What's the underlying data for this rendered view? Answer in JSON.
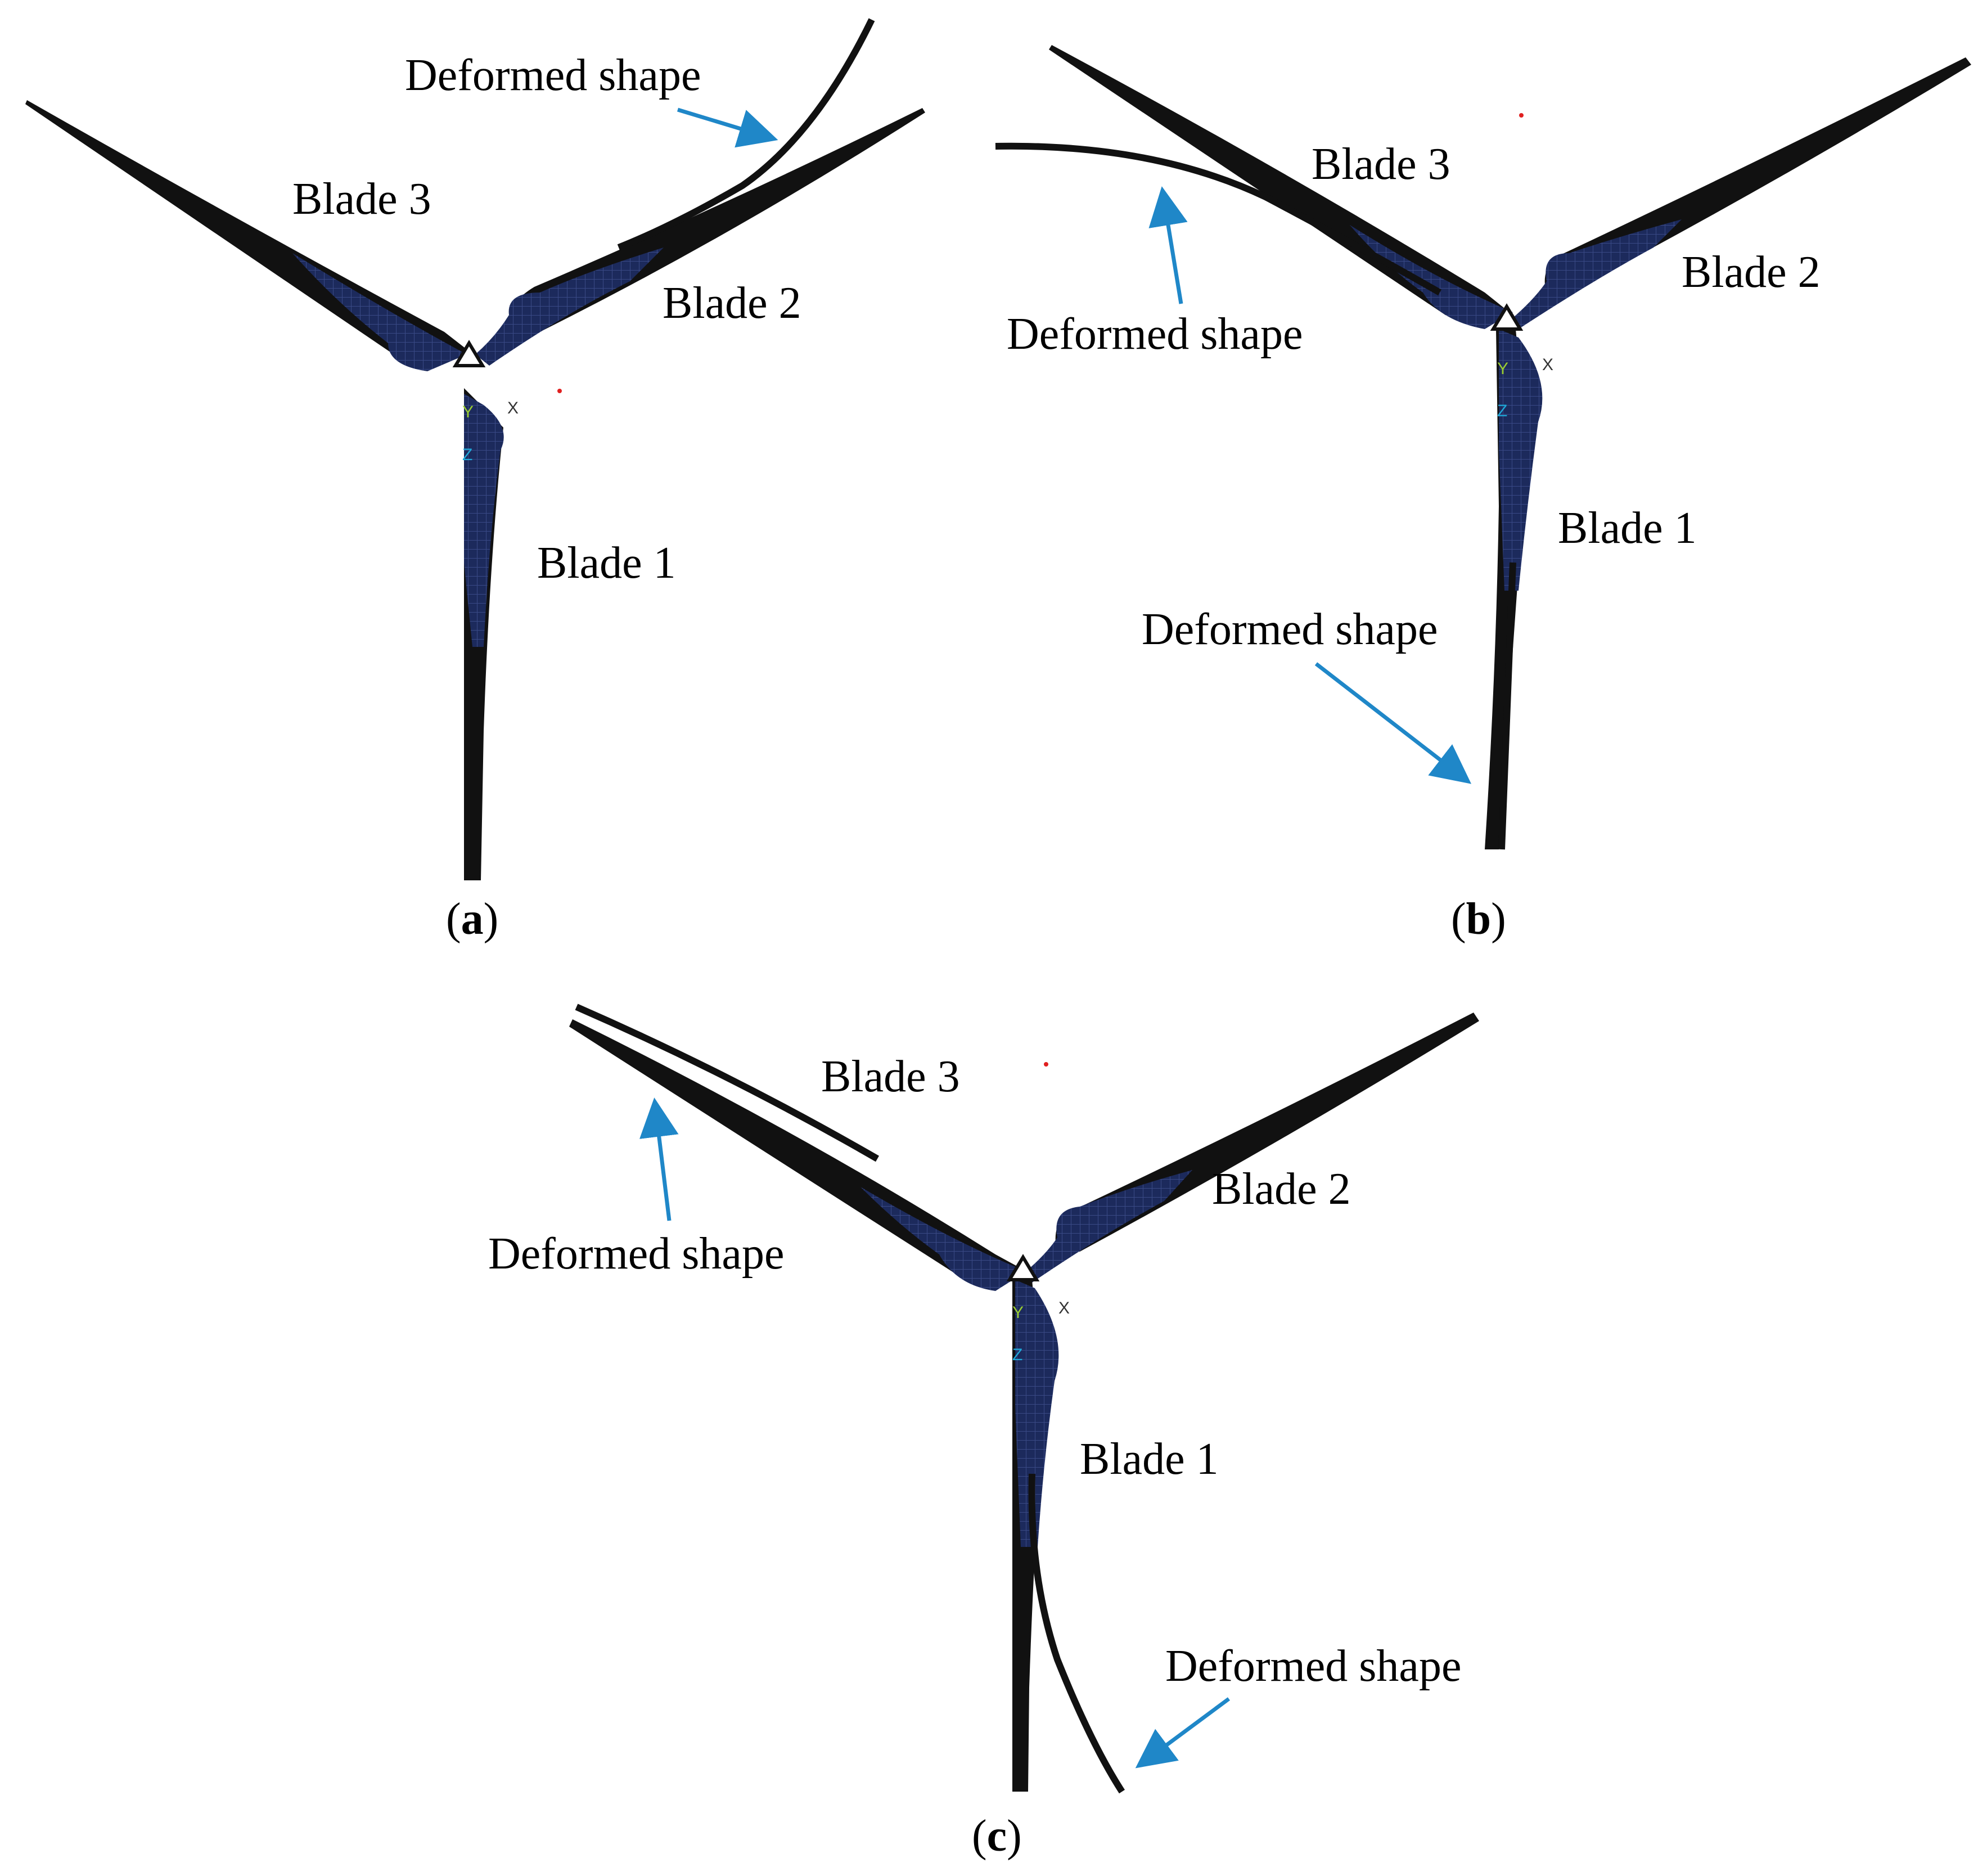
{
  "panels": [
    {
      "id": "a",
      "caption": {
        "open": "(",
        "letter": "a",
        "close": ")"
      },
      "labels": {
        "blade1": "Blade 1",
        "blade2": "Blade 2",
        "blade3": "Blade 3",
        "deformed": "Deformed shape"
      },
      "axes": {
        "y": "Y",
        "z": "Z",
        "x": "X"
      }
    },
    {
      "id": "b",
      "caption": {
        "open": "(",
        "letter": "b",
        "close": ")"
      },
      "labels": {
        "blade1": "Blade 1",
        "blade2": "Blade 2",
        "blade3": "Blade 3",
        "deformed_upper": "Deformed shape",
        "deformed_lower": "Deformed shape"
      },
      "axes": {
        "y": "Y",
        "z": "Z",
        "x": "X"
      }
    },
    {
      "id": "c",
      "caption": {
        "open": "(",
        "letter": "c",
        "close": ")"
      },
      "labels": {
        "blade1": "Blade 1",
        "blade2": "Blade 2",
        "blade3": "Blade 3",
        "deformed_upper": "Deformed shape",
        "deformed_lower": "Deformed shape"
      },
      "axes": {
        "y": "Y",
        "z": "Z",
        "x": "X"
      }
    }
  ],
  "colors": {
    "blade": "#1c2a5c",
    "deformed": "#111111",
    "arrow": "#1f87c8",
    "axis_y": "#9acd32",
    "axis_z": "#1fa8d8",
    "axis_x": "#333333",
    "marker": "#e02020"
  }
}
